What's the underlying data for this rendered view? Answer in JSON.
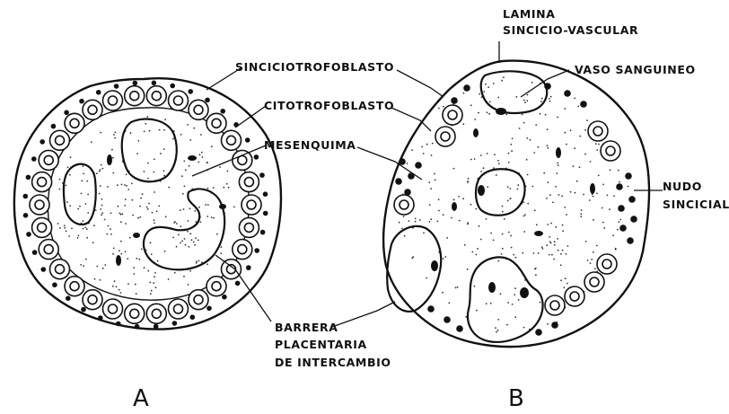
{
  "figure": {
    "panels": [
      {
        "id": "A",
        "letter": "A"
      },
      {
        "id": "B",
        "letter": "B"
      }
    ],
    "labels": {
      "sinciciotrofoblasto": "SINCICIOTROFOBLASTO",
      "citotrofoblasto": "CITOTROFOBLASTO",
      "mesenquima": "MESENQUIMA",
      "lamina_line1": "LAMINA",
      "lamina_line2": "SINCICIO-VASCULAR",
      "vaso": "VASO SANGUINEO",
      "nudo_line1": "NUDO",
      "nudo_line2": "SINCICIAL",
      "barrera_line1": "BARRERA",
      "barrera_line2": "PLACENTARIA",
      "barrera_line3": "DE INTERCAMBIO"
    },
    "ink_color": "#111111",
    "paper_color": "#ffffff"
  }
}
